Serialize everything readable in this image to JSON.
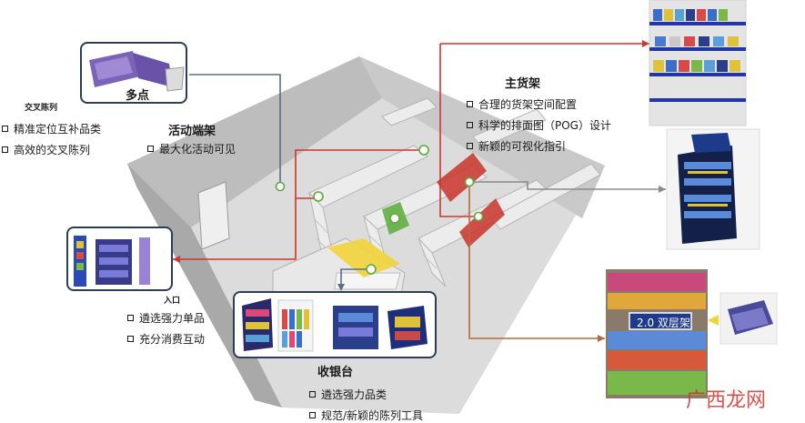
{
  "labels": {
    "duodian": "多点",
    "jiaochaclieli": "交叉陈列",
    "huodong_duanjia": "活动端架",
    "zhu_huojia": "主货架",
    "shouyintai": "收银台",
    "rukou": "入口",
    "shuangceng": "2.0 双层架",
    "watermark": "广西龙网"
  },
  "lists": {
    "cross": [
      "精准定位互补品类",
      "高效的交叉陈列"
    ],
    "endcap": [
      "最大化活动可见"
    ],
    "main": [
      "合理的货架空间配置",
      "科学的排面图（POG）设计",
      "新颖的可视化指引"
    ],
    "entrance": [
      "遴选强力单品",
      "充分消费互动"
    ],
    "checkout": [
      "遴选强力品类",
      "规范/新颖的陈列工具"
    ]
  },
  "colors": {
    "red_line": "#d0342c",
    "gray_line": "#5a6f86",
    "orange_line": "#b36a3e",
    "green_marker": "#5aab3a",
    "yellow_zone": "#f2d43a",
    "red_zone": "#c8342c",
    "callout_border": "#2c3e57"
  }
}
